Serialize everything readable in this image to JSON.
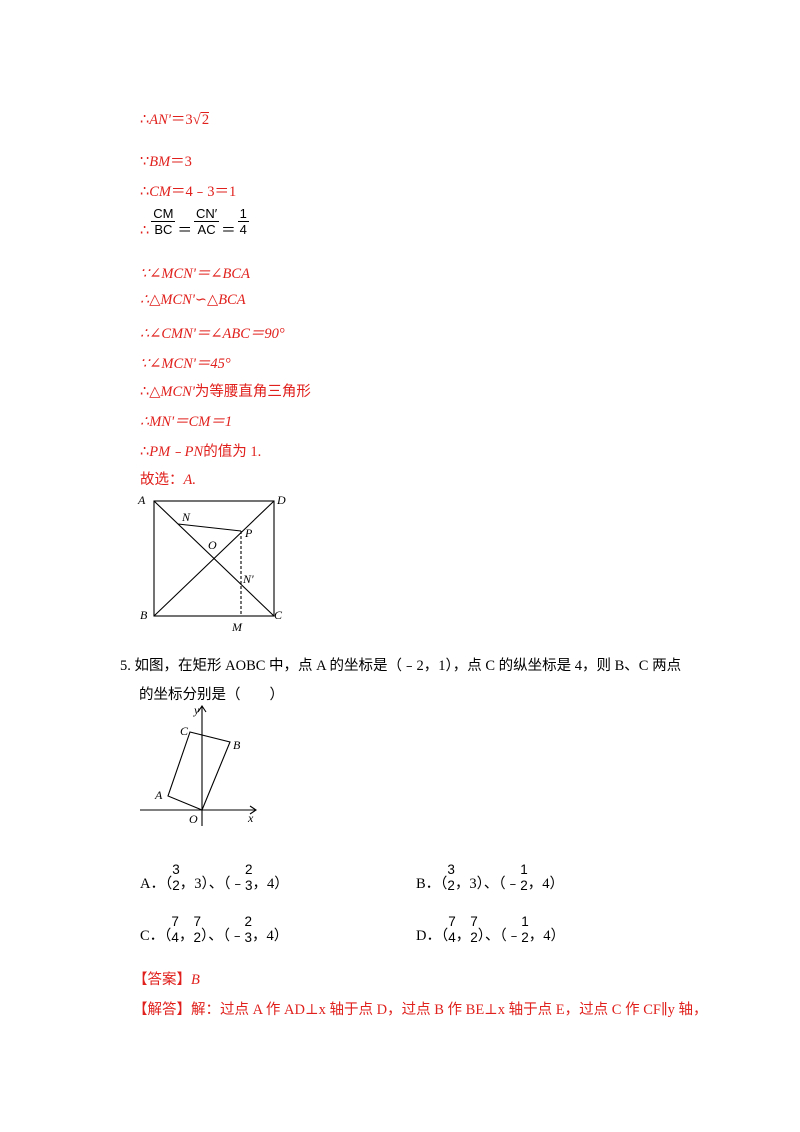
{
  "solution_steps": {
    "s1_prefix": "∴",
    "s1_var": "AN'",
    "s1_eq": "＝3",
    "s1_rad": "2",
    "s2_prefix": "∵",
    "s2_var": "BM",
    "s2_eq": "＝3",
    "s3_prefix": "∴",
    "s3_var": "CM",
    "s3_eq": "＝4﹣3＝1",
    "s4_prefix": "∴",
    "s4_f1_num": "CM",
    "s4_f1_den": "BC",
    "s4_eq1": "＝",
    "s4_f2_num": "CN′",
    "s4_f2_den": "AC",
    "s4_eq2": "＝",
    "s4_f3_num": "1",
    "s4_f3_den": "4",
    "s5": "∵∠MCN'＝∠BCA",
    "s6": "∴△MCN'∽△BCA",
    "s7": "∴∠CMN'＝∠ABC＝90°",
    "s8": "∵∠MCN'＝45°",
    "s9_prefix": "∴",
    "s9_var": "△MCN'",
    "s9_text": "为等腰直角三角形",
    "s10": "∴MN'＝CM＝1",
    "s11_prefix": "∴",
    "s11_var": "PM﹣PN",
    "s11_text": "的值为 1.",
    "s12_text": "故选：",
    "s12_ans": "A."
  },
  "figure1_labels": {
    "A": "A",
    "D": "D",
    "N": "N",
    "O": "O",
    "P": "P",
    "N2": "N'",
    "B": "B",
    "C": "C",
    "M": "M"
  },
  "question5": {
    "number": "5.",
    "line1": "如图，在矩形 AOBC 中，点 A 的坐标是（﹣2，1），点 C 的纵坐标是 4，则 B、C 两点",
    "line2": "的坐标分别是（　　）"
  },
  "figure2_labels": {
    "y": "y",
    "C": "C",
    "B": "B",
    "A": "A",
    "O": "O",
    "x": "x"
  },
  "options": {
    "A": {
      "letter": "A．",
      "p1_x": "3/2",
      "p1_y": "3",
      "p2_x": "-2/3",
      "p2_y": "4",
      "t1": "3",
      "b1": "2",
      "t2": "2",
      "b2": "3"
    },
    "B": {
      "letter": "B．",
      "t1": "3",
      "b1": "2",
      "t2": "1",
      "b2": "2"
    },
    "C": {
      "letter": "C．",
      "t1a": "7",
      "b1a": "4",
      "t1b": "7",
      "b1b": "2",
      "t2": "2",
      "b2": "3"
    },
    "D": {
      "letter": "D．",
      "t1a": "7",
      "b1a": "4",
      "t1b": "7",
      "b1b": "2",
      "t2": "1",
      "b2": "2"
    }
  },
  "answer": {
    "tag": "【答案】",
    "value": "B"
  },
  "analysis": {
    "tag": "【解答】",
    "text": "解：过点 A 作 AD⊥x 轴于点 D，过点 B 作 BE⊥x 轴于点 E，过点 C 作 CF∥y 轴，"
  }
}
